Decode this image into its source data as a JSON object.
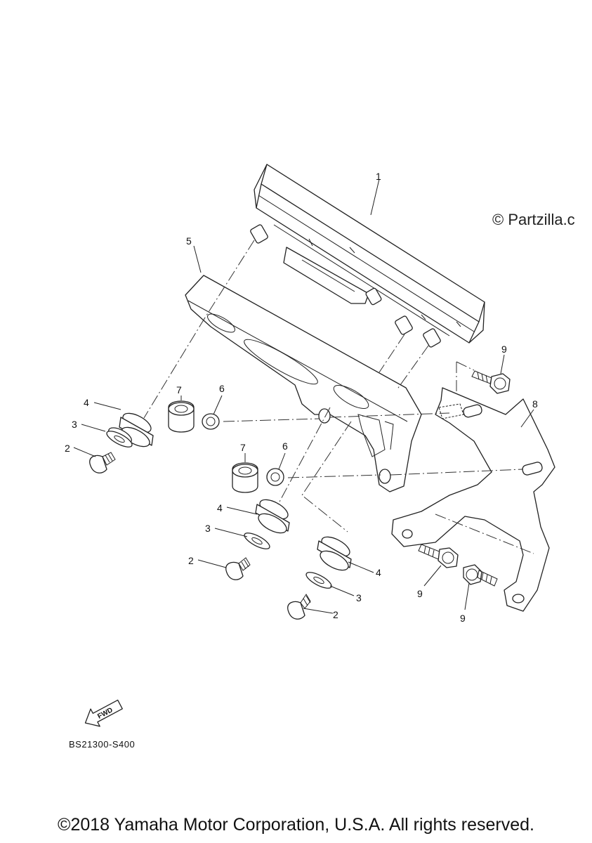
{
  "watermark": "© Partzilla.c",
  "diagram_code": "BS21300-S400",
  "copyright": "©2018 Yamaha Motor Corporation, U.S.A. All rights reserved.",
  "fwd_label": "FWD",
  "callouts": {
    "c1": "1",
    "c5": "5",
    "c4a": "4",
    "c3a": "3",
    "c2a": "2",
    "c7a": "7",
    "c6a": "6",
    "c7b": "7",
    "c6b": "6",
    "c4b": "4",
    "c3b": "3",
    "c2b": "2",
    "c4c": "4",
    "c3c": "3",
    "c2c": "2",
    "c8": "8",
    "c9a": "9",
    "c9b": "9",
    "c9c": "9"
  }
}
